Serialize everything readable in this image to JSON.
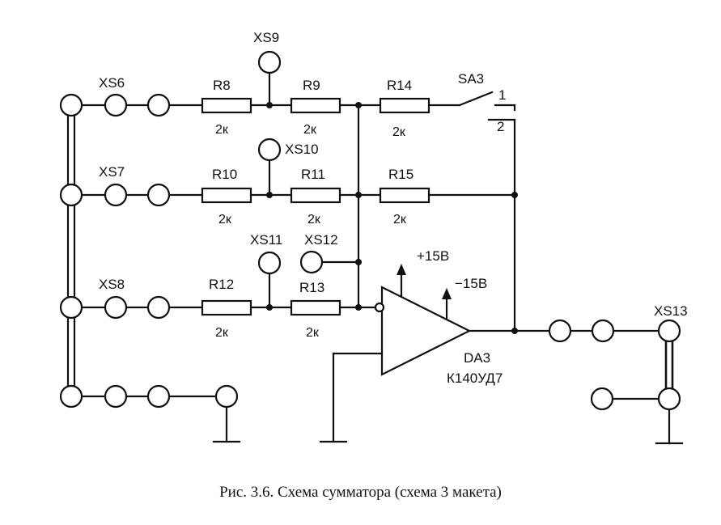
{
  "labels": {
    "xs6": "XS6",
    "xs7": "XS7",
    "xs8": "XS8",
    "xs9": "XS9",
    "xs10": "XS10",
    "xs11": "XS11",
    "xs12": "XS12",
    "xs13": "XS13",
    "sa3": "SA3",
    "sa3_pos1": "1",
    "sa3_pos2": "2",
    "r8": "R8",
    "r9": "R9",
    "r10": "R10",
    "r11": "R11",
    "r12": "R12",
    "r13": "R13",
    "r14": "R14",
    "r15": "R15",
    "r8_val": "2к",
    "r9_val": "2к",
    "r10_val": "2к",
    "r11_val": "2к",
    "r12_val": "2к",
    "r13_val": "2к",
    "r14_val": "2к",
    "r15_val": "2к",
    "vpos": "+15В",
    "vneg": "−15В",
    "opamp_ref": "DA3",
    "opamp_type": "К140УД7"
  },
  "caption": "Рис. 3.6. Схема сумматора (схема 3 макета)"
}
